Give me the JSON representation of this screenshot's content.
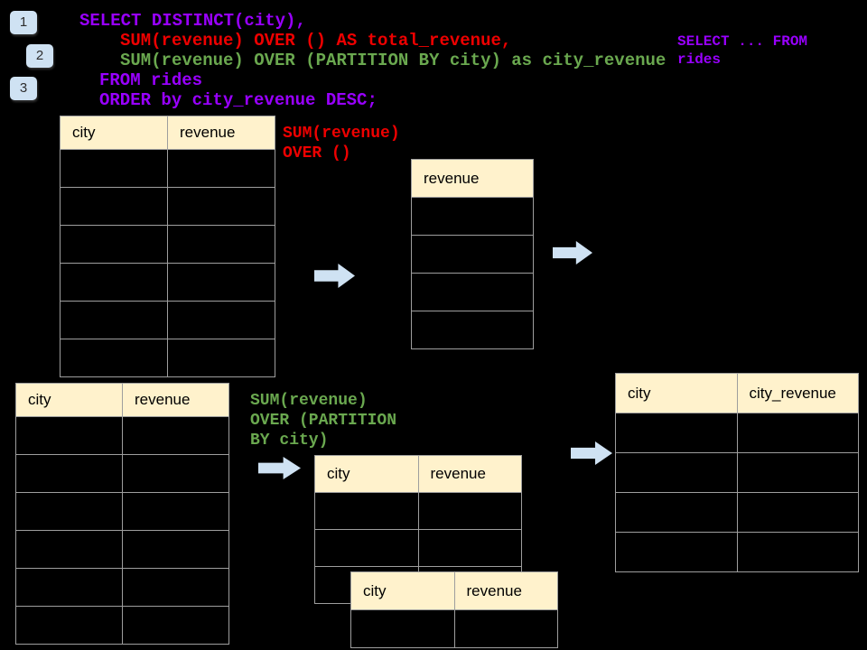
{
  "slide": {
    "background": "#000000",
    "description": "SQL window function walkthrough: SUM OVER () and SUM OVER (PARTITION BY city)"
  },
  "colors": {
    "purple": "#9900ff",
    "red": "#ee0000",
    "green": "#6aa84f",
    "table_header_bg": "#fff2cc",
    "table_border": "#9e9e9e",
    "badge_bg": "#cfe2f3",
    "arrow_fill": "#cfe2f3"
  },
  "badges": [
    {
      "label": "1"
    },
    {
      "label": "2"
    },
    {
      "label": "3"
    }
  ],
  "sql": {
    "line1": "SELECT DISTINCT(city),",
    "line2": "SUM(revenue) OVER () AS total_revenue,",
    "line3": "SUM(revenue) OVER (PARTITION BY city) as city_revenue",
    "line4": "FROM rides",
    "line5": "ORDER by city_revenue DESC;"
  },
  "side_note": "SELECT ... FROM\nrides",
  "labels": {
    "total_window": "SUM(revenue)\nOVER ()",
    "partition_window": "SUM(revenue)\nOVER (PARTITION\nBY city)"
  },
  "tables": {
    "source_top": {
      "headers": [
        "city",
        "revenue"
      ],
      "body_rows": 6
    },
    "total_revenue": {
      "headers": [
        "revenue"
      ],
      "body_rows": 4
    },
    "source_bottom": {
      "headers": [
        "city",
        "revenue"
      ],
      "body_rows": 6
    },
    "partition_first": {
      "headers": [
        "city",
        "revenue"
      ],
      "body_rows": 3
    },
    "partition_second": {
      "headers": [
        "city",
        "revenue"
      ],
      "body_rows": 1
    },
    "result": {
      "headers": [
        "city",
        "city_revenue"
      ],
      "body_rows": 4
    }
  },
  "icons": {
    "arrow": "right-arrow"
  }
}
